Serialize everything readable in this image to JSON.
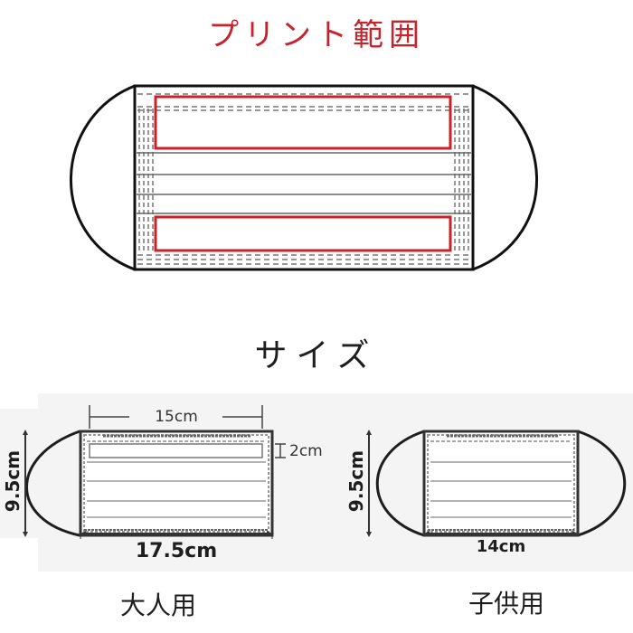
{
  "header": {
    "print_area_title": "プリント範囲",
    "size_title": "サイズ"
  },
  "colors": {
    "print_area_red": "#c8232a",
    "outline": "#1e1e1e",
    "panel_bg": "#f4f4f4"
  },
  "print_area_diagram": {
    "description": "Mask front view with two red print-area rectangles (top and bottom pleat zones)",
    "print_zones": [
      "top",
      "bottom"
    ]
  },
  "adult": {
    "label": "大人用",
    "width_label": "17.5cm",
    "height_label": "9.5cm",
    "print_width_label": "15cm",
    "print_height_label": "2cm"
  },
  "child": {
    "label": "子供用",
    "width_label": "14cm",
    "height_label": "9.5cm"
  }
}
